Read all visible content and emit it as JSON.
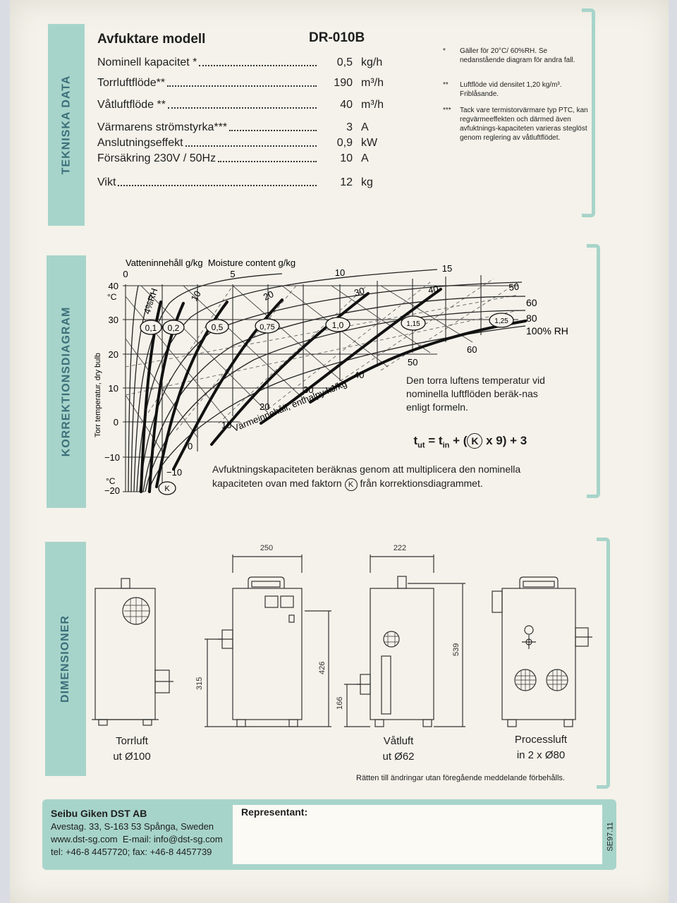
{
  "tabs": {
    "tech": "TEKNISKA DATA",
    "diagram": "KORREKTIONSDIAGRAM",
    "dimensions": "DIMENSIONER"
  },
  "specs": {
    "title": "Avfuktare modell",
    "model": "DR-010B",
    "rows": [
      {
        "label": "Nominell kapacitet *",
        "value": "0,5",
        "unit": "kg/h"
      },
      {
        "label": "Torrluftflöde**",
        "value": "190",
        "unit": "m³/h"
      },
      {
        "label": "Våtluftflöde **",
        "value": "40",
        "unit": "m³/h"
      },
      {
        "label": "Värmarens strömstyrka***",
        "value": "3",
        "unit": "A"
      },
      {
        "label": "Anslutningseffekt",
        "value": "0,9",
        "unit": "kW"
      },
      {
        "label": "Försäkring 230V / 50Hz",
        "value": "10",
        "unit": "A"
      },
      {
        "label": "Vikt",
        "value": "12",
        "unit": "kg"
      }
    ]
  },
  "notes": [
    {
      "mark": "*",
      "text": "Gäller för 20°C/ 60%RH. Se nedanstående diagram för andra fall."
    },
    {
      "mark": "**",
      "text": "Luftflöde vid densitet 1,20 kg/m³. Friblåsande."
    },
    {
      "mark": "***",
      "text": "Tack vare termistorvärmare typ PTC, kan regvärmeeffekten och därmed även avfuktnings-kapaciteten varieras steglöst genom reglering av våtluftflödet."
    }
  ],
  "diagram": {
    "top_axis_label": "Vatteninnehåll g/kg  Moisture content g/kg",
    "top_ticks": [
      "0",
      "5",
      "10",
      "15"
    ],
    "y_axis_label": "Torr temperatur, dry bulb",
    "y_unit_top": "°C",
    "y_unit_bottom": "°C",
    "y_ticks": [
      "40",
      "30",
      "20",
      "10",
      "0",
      "−10",
      "−20"
    ],
    "rh_labels": [
      "4%RH",
      "10",
      "20",
      "30",
      "40",
      "50",
      "60",
      "80",
      "100% RH"
    ],
    "k_values": [
      "0,1",
      "0,2",
      "0,5",
      "0,75",
      "1,0",
      "1,15",
      "1,25"
    ],
    "k_symbol": "K",
    "enthalpy_label": "Värmeinnehåll, enthalpy kJ/kg",
    "enthalpy_ticks": [
      "−10",
      "0",
      "10",
      "20",
      "30",
      "40",
      "50",
      "60"
    ],
    "formula_text": "Den torra luftens temperatur vid nominella luftflöden beräk-nas enligt formeln.",
    "formula": {
      "t": "t",
      "ut": "ut",
      "eq": " = ",
      "in": "in",
      "plus": " + (",
      "k": "K",
      "tail": " x 9) + 3"
    },
    "bottom_text_1": "Avfuktningskapaciteten beräknas genom att multiplicera den nominella",
    "bottom_text_2a": "kapaciteten ovan med faktorn",
    "bottom_text_2b": "från korrektionsdiagrammet."
  },
  "dimensions": {
    "width_1": "250",
    "width_2": "222",
    "h_315": "315",
    "h_426": "426",
    "h_166": "166",
    "h_539": "539",
    "caption_1a": "Torrluft",
    "caption_1b": "ut Ø100",
    "caption_2a": "Våtluft",
    "caption_2b": "ut Ø62",
    "caption_3a": "Processluft",
    "caption_3b": "in 2 x Ø80",
    "disclaimer": "Rätten till ändringar utan föregående meddelande förbehålls."
  },
  "footer": {
    "company": "Seibu Giken DST AB",
    "address": "Avestag. 33, S-163 53 Spånga, Sweden",
    "web": "www.dst-sg.com  E-mail: info@dst-sg.com",
    "phone": "tel: +46-8 4457720; fax: +46-8 4457739",
    "rep_label": "Representant:",
    "code": "SE97.11"
  },
  "colors": {
    "accent": "#a7d4ca",
    "paper": "#f4f2ea"
  }
}
